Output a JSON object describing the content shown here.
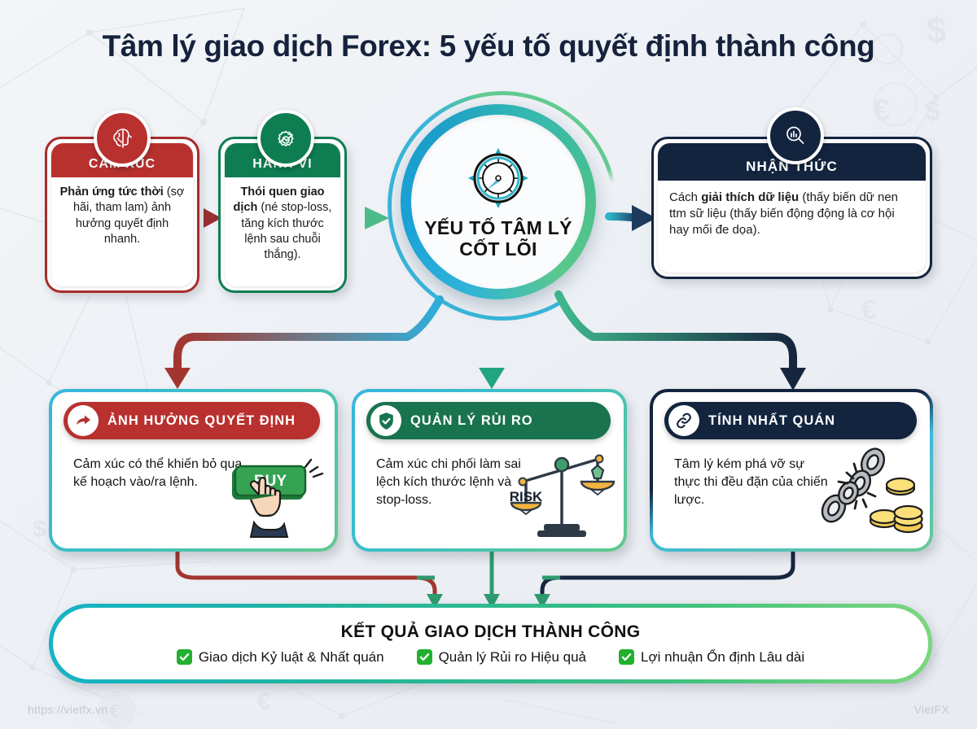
{
  "title": "Tâm lý giao dịch Forex: 5 yếu tố quyết định thành công",
  "hub": {
    "icon": "compass-icon",
    "line1": "YẾU TỐ TÂM LÝ",
    "line2": "CỐT LÕI"
  },
  "top_cards": [
    {
      "id": "emotion",
      "icon": "brain-head-icon",
      "header": "CẢM XÚC",
      "body_bold": "Phản ứng tức thời",
      "body_rest": " (sợ hãi, tham lam) ảnh hưởng quyết định nhanh.",
      "color": "#b8312f"
    },
    {
      "id": "behaviour",
      "icon": "gear-chart-icon",
      "header": "HÀNH VI",
      "body_bold": "Thói quen giao dịch",
      "body_rest": " (né stop-loss, tăng kích thước lệnh sau chuỗi thắng).",
      "color": "#0e7d52"
    },
    {
      "id": "perception",
      "icon": "magnifier-chart-icon",
      "header": "NHẬN THỨC",
      "body_pre": "Cách ",
      "body_bold": "giải thích dữ liệu",
      "body_rest": " (thấy biến dữ nen ttm sữ liệu (thấy biến động động là cơ hội hay mối đe dọa).",
      "color": "#13243f"
    }
  ],
  "bottom_cards": [
    {
      "id": "decision",
      "icon": "share-arrow-icon",
      "header": "ẢNH HƯỞNG QUYẾT ĐỊNH",
      "body": "Cảm xúc có thể khiến bỏ qua kế hoạch vào/ra lệnh.",
      "illustration": "buy-button-hand-click",
      "illustration_label": "BUY",
      "color": "#b8312f"
    },
    {
      "id": "risk",
      "icon": "shield-check-icon",
      "header": "QUẢN LÝ RỦI RO",
      "body": "Cảm xúc chi phối làm sai lệch kích thước lệnh và stop-loss.",
      "illustration": "balance-scale",
      "illustration_label": "RISK",
      "color": "#19734f"
    },
    {
      "id": "consistency",
      "icon": "chain-link-icon",
      "header": "TÍNH NHẤT QUÁN",
      "body": "Tâm lý kém phá vỡ sự thực thi đều đặn của chiến lược.",
      "illustration": "broken-chain-coins",
      "illustration_label": "",
      "color": "#13243f"
    }
  ],
  "banner": {
    "title": "KẾT QUẢ GIAO DỊCH THÀNH CÔNG",
    "items": [
      "Giao dịch Kỷ luật & Nhất quán",
      "Quản lý Rủi ro Hiệu quả",
      "Lợi nhuận Ổn định Lâu dài"
    ]
  },
  "footer": {
    "left": "https://vietfx.vn",
    "right": "VietFX"
  },
  "colors": {
    "background": "#eef1f5",
    "red": "#b8312f",
    "green": "#0e7d52",
    "navy": "#13243f",
    "cyan": "#39b5e0",
    "mint": "#62c98c",
    "check_green": "#21b12e"
  }
}
